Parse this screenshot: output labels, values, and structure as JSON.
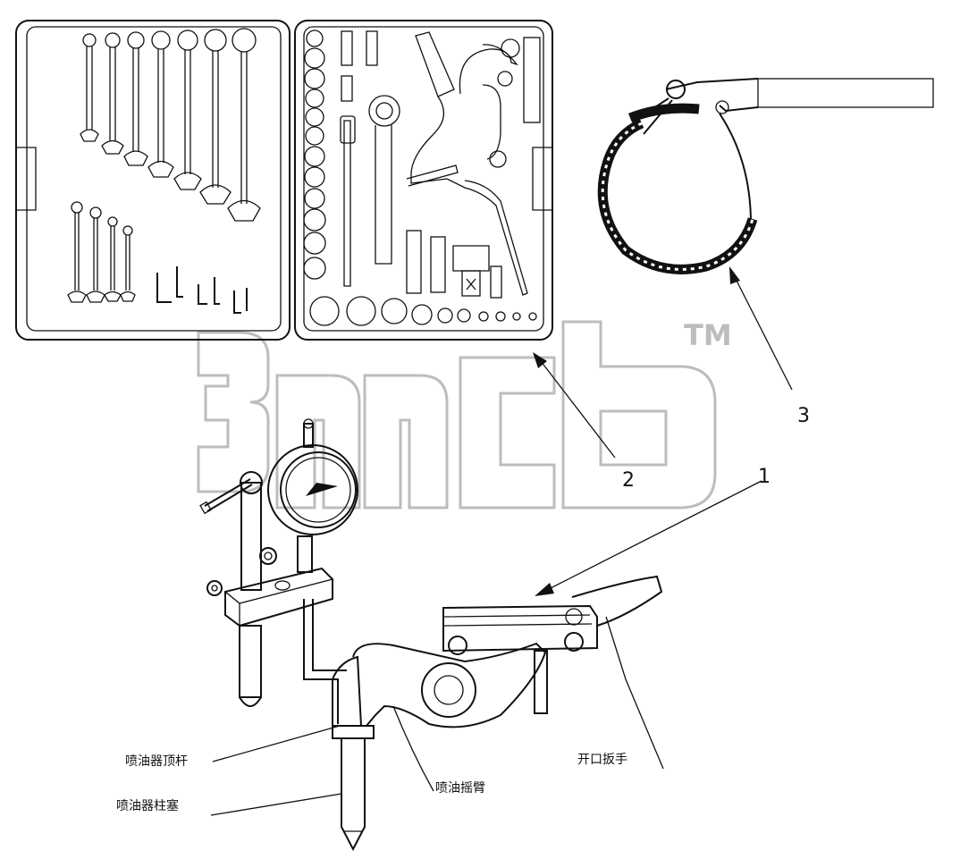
{
  "watermark": {
    "text": "3mcb",
    "tm": "TM"
  },
  "callouts": [
    {
      "number": "1"
    },
    {
      "number": "2"
    },
    {
      "number": "3"
    }
  ],
  "labels": {
    "pushrod": "喷油器顶杆",
    "plunger": "喷油器柱塞",
    "rocker": "喷油摇臂",
    "wrench": "开口扳手"
  },
  "colors": {
    "line": "#111111",
    "watermark": "#bdbdbd"
  }
}
